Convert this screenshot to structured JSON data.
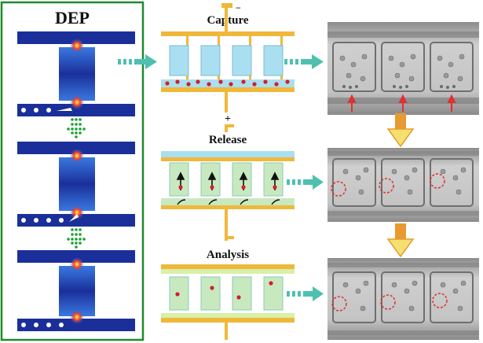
{
  "labels": {
    "dep": "DEP",
    "capture": "Capture",
    "release": "Release",
    "analysis": "Analysis",
    "minus_sign": "−",
    "plus_sign": "+"
  },
  "colors": {
    "panel_border": "#1f8a2f",
    "field_dark": "#1b2f9a",
    "field_mid": "#2f63d6",
    "hotspot": "#e02020",
    "arrow_teal": "#4fc0b0",
    "electrode_gold": "#f0b83a",
    "chamber_blue": "#a9dff0",
    "chamber_green": "#c8e9c0",
    "chamber_lime": "#d8f0a8",
    "cell_red": "#d0202a",
    "ring_red": "#e03030",
    "photo_gray": "#b8b8b8",
    "arrow_yellow": "#f4e070",
    "arrow_orange": "#e89a30"
  }
}
